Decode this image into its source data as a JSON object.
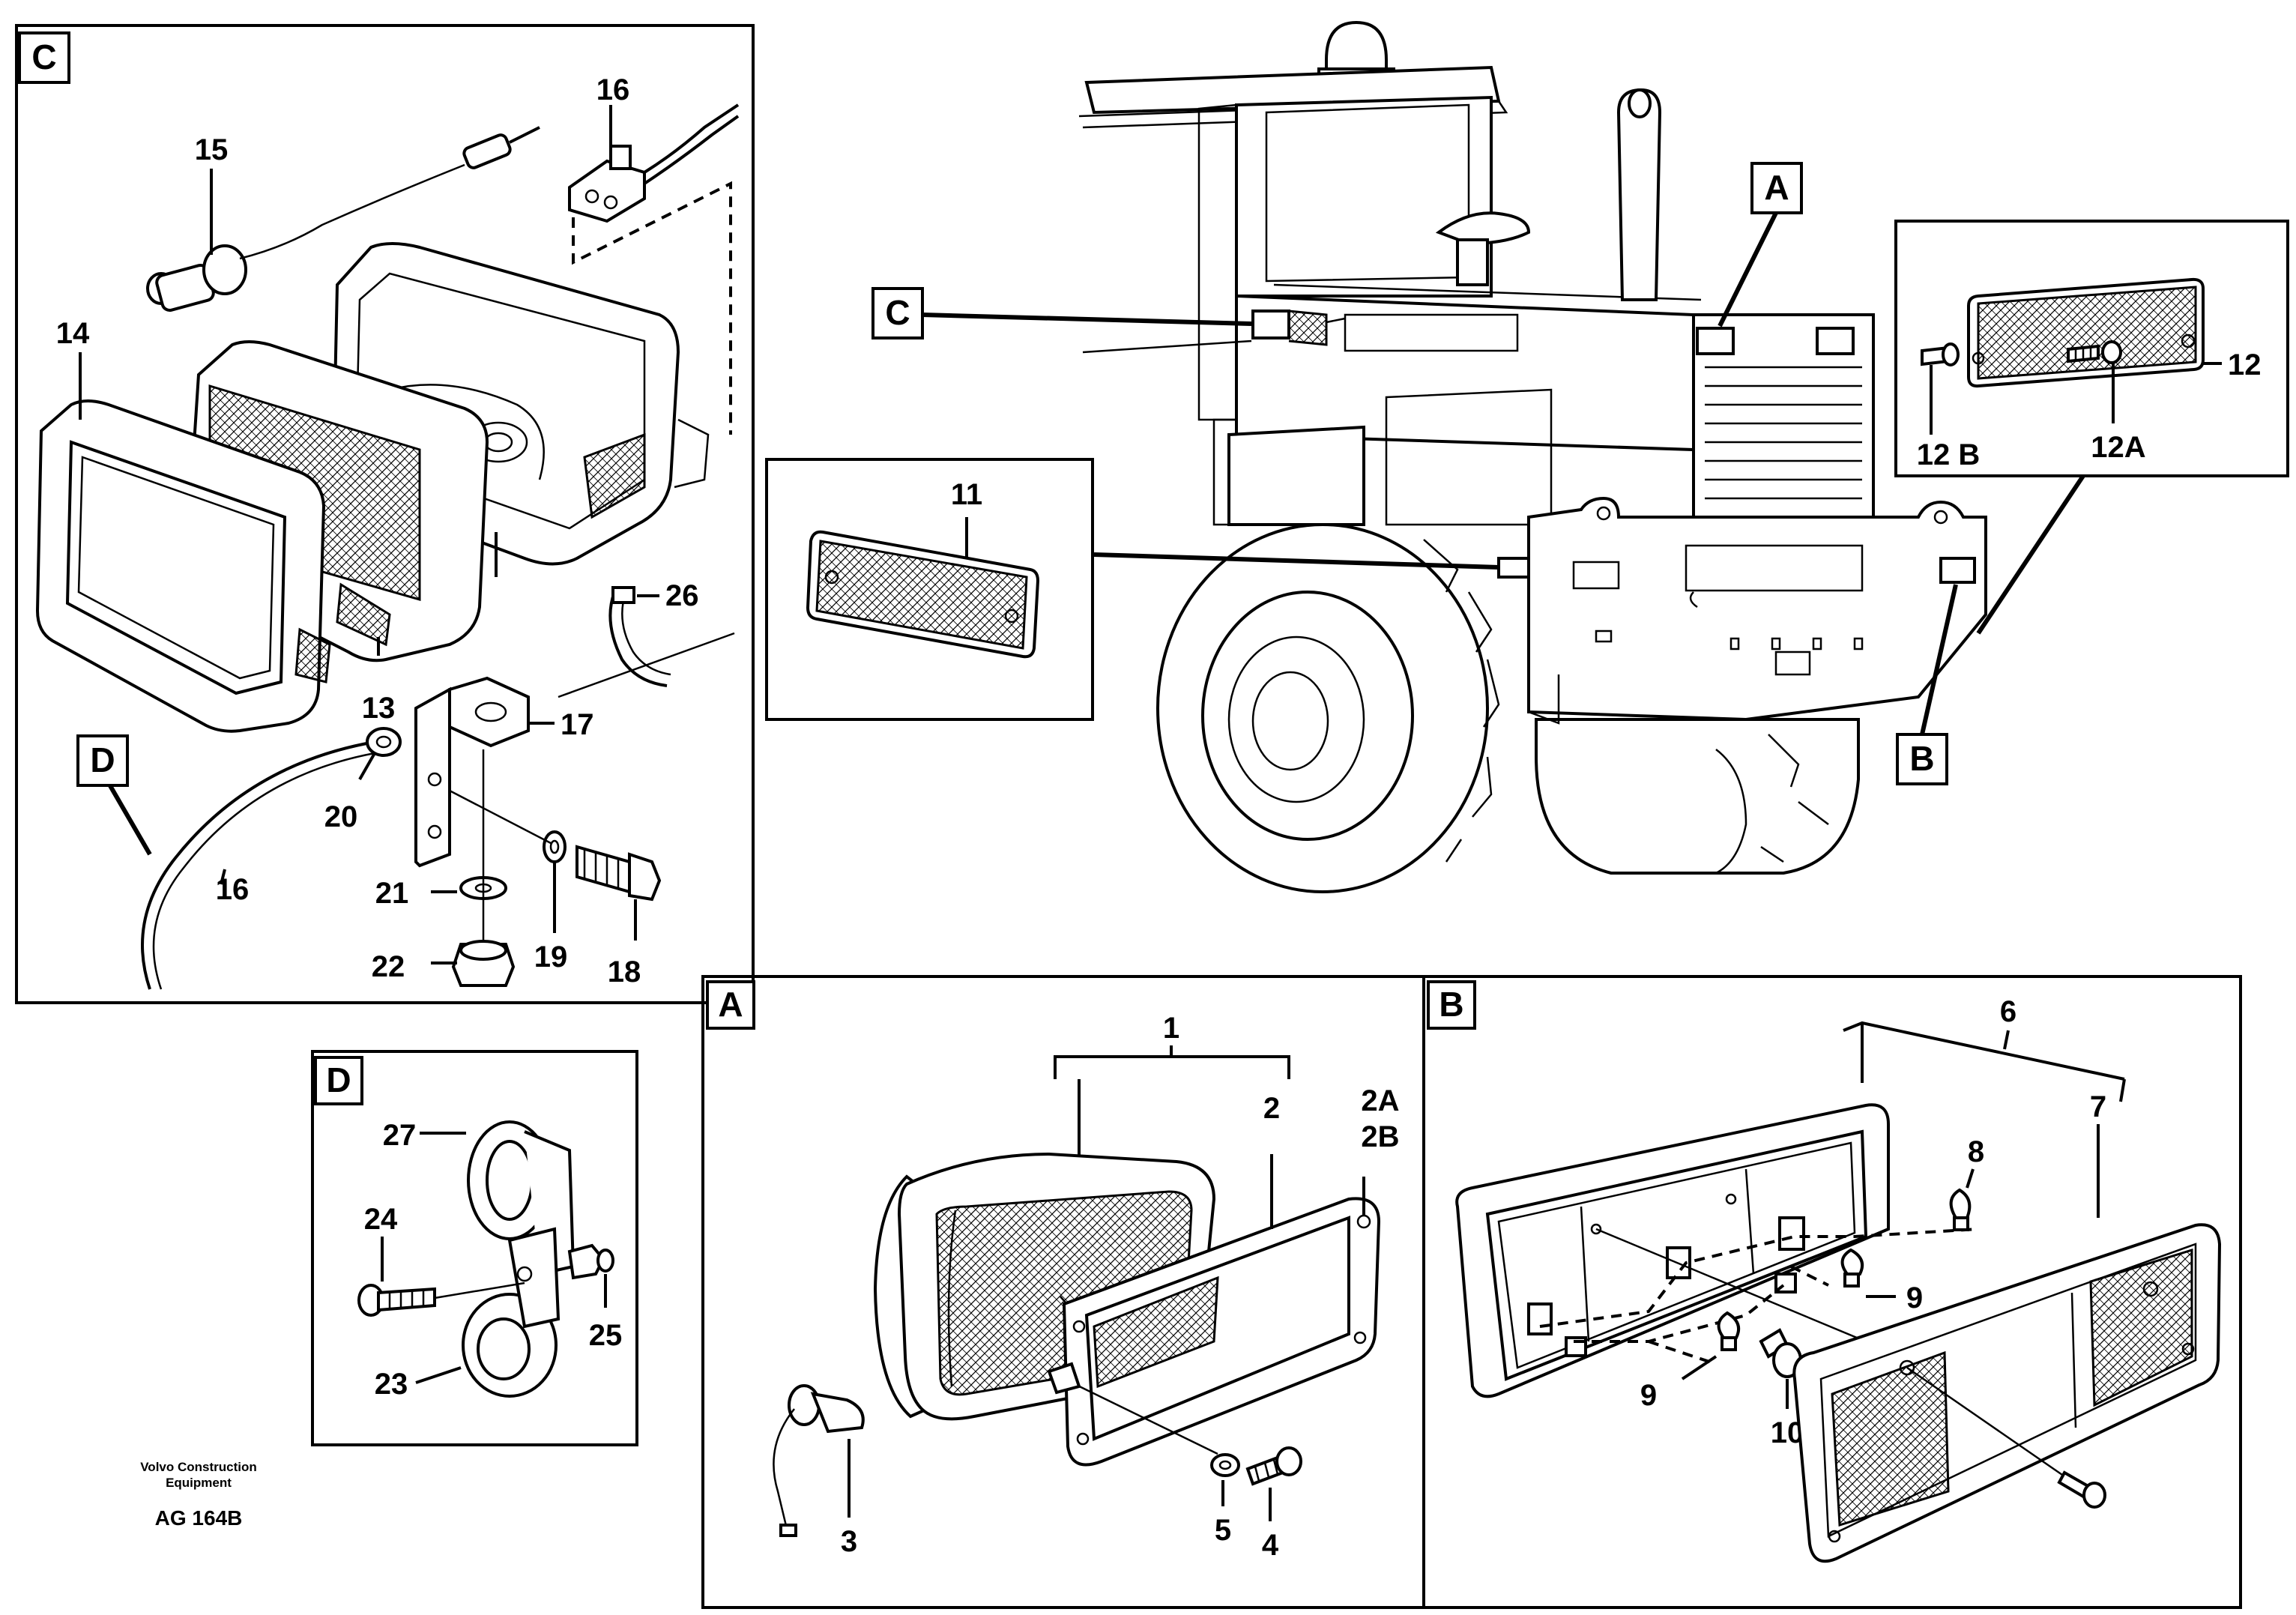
{
  "panels": {
    "C": {
      "letter": "C"
    },
    "A": {
      "letter": "A"
    },
    "B": {
      "letter": "B"
    },
    "D": {
      "letter": "D"
    },
    "A_main": {
      "letter": "A"
    },
    "B_main": {
      "letter": "B"
    }
  },
  "callouts": {
    "main_A": "A",
    "main_B": "B",
    "main_C": "C",
    "p11": "11",
    "p12": "12",
    "p12A": "12A",
    "p12B": "12 B",
    "c13": "13",
    "c14": "14",
    "c15": "15",
    "c16a": "16",
    "c16b": "16",
    "c17": "17",
    "c18": "18",
    "c19": "19",
    "c20": "20",
    "c21": "21",
    "c22": "22",
    "c26": "26",
    "cD": "D",
    "d23": "23",
    "d24": "24",
    "d25": "25",
    "d27": "27",
    "a1": "1",
    "a2": "2",
    "a2A": "2A",
    "a2B": "2B",
    "a3": "3",
    "a4": "4",
    "a5": "5",
    "b6": "6",
    "b7": "7",
    "b8": "8",
    "b9a": "9",
    "b9b": "9",
    "b10": "10"
  },
  "footer": {
    "brand_line1": "Volvo Construction",
    "brand_line2": "Equipment",
    "code": "AG 164B"
  }
}
